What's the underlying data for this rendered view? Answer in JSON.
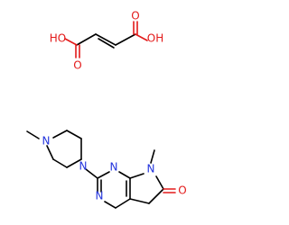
{
  "colors": {
    "oxygen": "#e31a1a",
    "nitrogen": "#2233dd",
    "carbon_bond": "#000000",
    "background": "#ffffff"
  },
  "fumaric_acid": {
    "labels": {
      "left_hydroxyl": "HO",
      "right_hydroxyl": "OH",
      "left_carbonyl_o": "O",
      "right_carbonyl_o": "O"
    }
  },
  "main_compound": {
    "labels": {
      "piperazine_n_methyl": "N",
      "piperazine_n_aryl": "N",
      "pyrimidine_n1": "N",
      "pyrimidine_n3": "N",
      "pyrrole_n": "N",
      "lactam_o": "O"
    }
  }
}
